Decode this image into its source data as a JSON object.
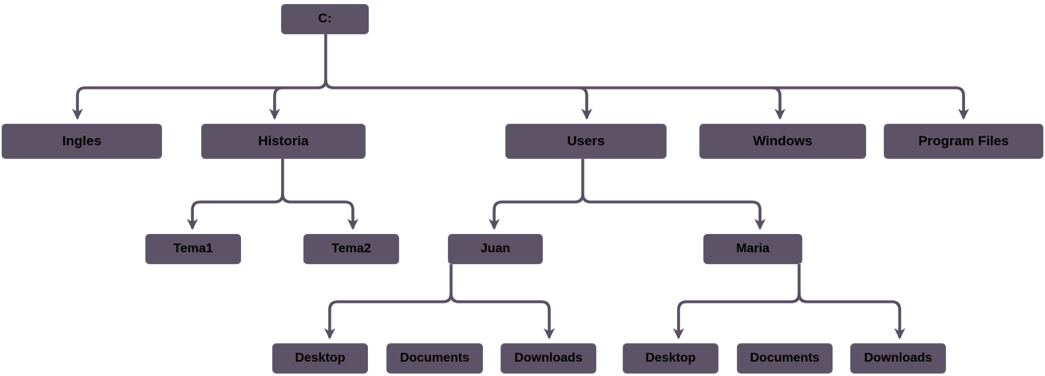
{
  "diagram": {
    "type": "tree",
    "description": "File system folder hierarchy of drive C:"
  },
  "colors": {
    "node_fill": "#5c5466",
    "node_border": "#6d657c",
    "connector": "#584f62",
    "text": "#000000",
    "background": "#ffffff"
  },
  "labels": {
    "c": "C:",
    "ingles": "Ingles",
    "historia": "Historia",
    "users": "Users",
    "windows": "Windows",
    "program_files": "Program Files",
    "tema1": "Tema1",
    "tema2": "Tema2",
    "juan": "Juan",
    "maria": "Maria",
    "juan_desktop": "Desktop",
    "juan_documents": "Documents",
    "juan_downloads": "Downloads",
    "maria_desktop": "Desktop",
    "maria_documents": "Documents",
    "maria_downloads": "Downloads"
  },
  "tree": {
    "label": "C:",
    "children": [
      {
        "label": "Ingles"
      },
      {
        "label": "Historia",
        "children": [
          {
            "label": "Tema1"
          },
          {
            "label": "Tema2"
          }
        ]
      },
      {
        "label": "Users",
        "children": [
          {
            "label": "Juan",
            "children": [
              {
                "label": "Desktop"
              },
              {
                "label": "Documents"
              },
              {
                "label": "Downloads"
              }
            ]
          },
          {
            "label": "Maria",
            "children": [
              {
                "label": "Desktop"
              },
              {
                "label": "Documents"
              },
              {
                "label": "Downloads"
              }
            ]
          }
        ]
      },
      {
        "label": "Windows"
      },
      {
        "label": "Program Files"
      }
    ]
  },
  "edges_drawn": [
    [
      "C:",
      "Ingles"
    ],
    [
      "C:",
      "Historia"
    ],
    [
      "C:",
      "Users"
    ],
    [
      "C:",
      "Windows"
    ],
    [
      "C:",
      "Program Files"
    ],
    [
      "Historia",
      "Tema1"
    ],
    [
      "Historia",
      "Tema2"
    ],
    [
      "Users",
      "Juan"
    ],
    [
      "Users",
      "Maria"
    ],
    [
      "Juan",
      "Desktop"
    ],
    [
      "Juan",
      "Downloads"
    ],
    [
      "Maria",
      "Desktop"
    ],
    [
      "Maria",
      "Downloads"
    ]
  ]
}
